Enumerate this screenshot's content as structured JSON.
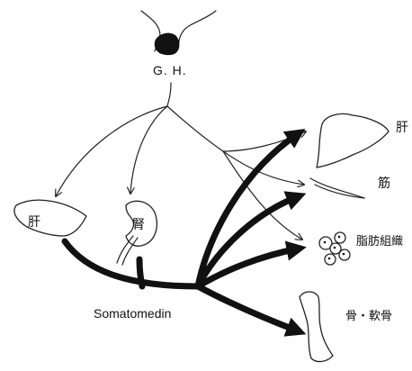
{
  "diagram": {
    "source_label": "G. H.",
    "hub_label": "Somatomedin",
    "nodes": {
      "liver_left": "肝",
      "kidney": "腎",
      "liver_right": "肝",
      "muscle": "筋",
      "adipose": "脂肪組織",
      "bone": "骨・軟骨"
    }
  }
}
